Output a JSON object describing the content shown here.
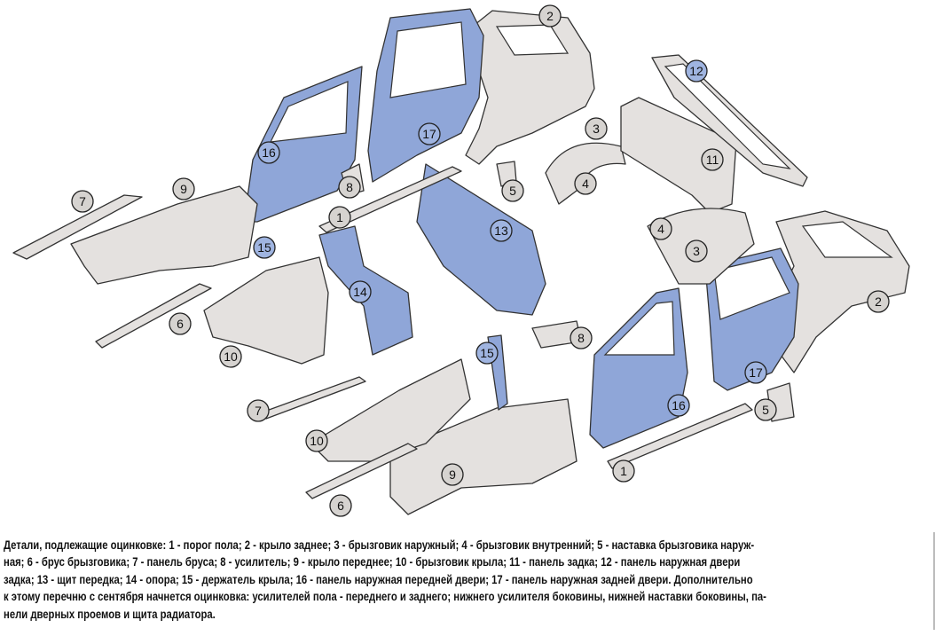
{
  "colors": {
    "blue_part": "#8fa6d8",
    "gray_part": "#e4e1df",
    "outline": "#333333"
  },
  "callouts": [
    "2",
    "12",
    "3",
    "4",
    "11",
    "5",
    "17",
    "16",
    "8",
    "1",
    "7",
    "9",
    "13",
    "15",
    "14",
    "6",
    "10",
    "2",
    "3",
    "4",
    "5",
    "17",
    "16",
    "8",
    "1",
    "7",
    "9",
    "15",
    "6",
    "10"
  ],
  "caption": {
    "lines": [
      "Детали, подлежащие оцинковке: 1 - порог пола; 2 - крыло заднее; 3 - брызговик наружный; 4 - брызговик внутренний; 5 - наставка брызговика наруж-",
      "ная; 6 - брус брызговика; 7 - панель бруса; 8 - усилитель; 9 - крыло переднее; 10 - брызговик крыла; 11 - панель задка; 12 - панель наружная двери",
      "задка; 13 - щит передка; 14 - опора; 15 - держатель крыла; 16 - панель наружная передней двери; 17 - панель наружная задней двери. Дополнительно",
      "к этому перечню с сентября начнется оцинковка: усилителей пола - переднего и заднего; нижнего усилителя боковины, нижней наставки боковины, па-",
      "нели дверных проемов и щита радиатора."
    ]
  }
}
